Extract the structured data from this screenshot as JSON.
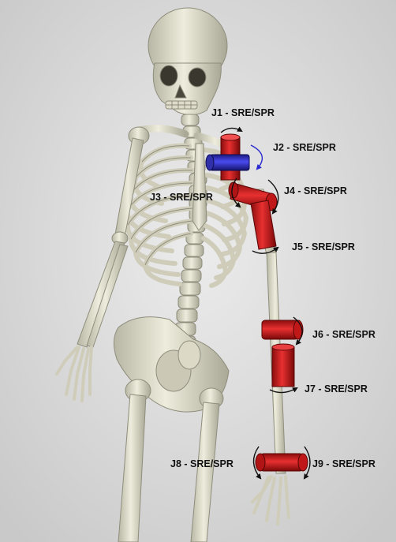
{
  "joint_labels": [
    {
      "id": "J1",
      "text": "J1 - SRE/SPR"
    },
    {
      "id": "J2",
      "text": "J2 - SRE/SPR"
    },
    {
      "id": "J3",
      "text": "J3 - SRE/SPR"
    },
    {
      "id": "J4",
      "text": "J4 - SRE/SPR"
    },
    {
      "id": "J5",
      "text": "J5 - SRE/SPR"
    },
    {
      "id": "J6",
      "text": "J6 - SRE/SPR"
    },
    {
      "id": "J7",
      "text": "J7 - SRE/SPR"
    },
    {
      "id": "J8",
      "text": "J8 - SRE/SPR"
    },
    {
      "id": "J9",
      "text": "J9 - SRE/SPR"
    }
  ],
  "colors": {
    "background": "#d9d9d9",
    "bone": "#e8e6d4",
    "bone_shadow": "#9a9887",
    "actuator_red": "#d11a1a",
    "actuator_blue": "#2a2ad0",
    "rotation_arrow": "#111111"
  },
  "icons": [
    "skeleton",
    "red-cylindrical-actuator",
    "blue-cylindrical-actuator",
    "rotation-arrow"
  ]
}
